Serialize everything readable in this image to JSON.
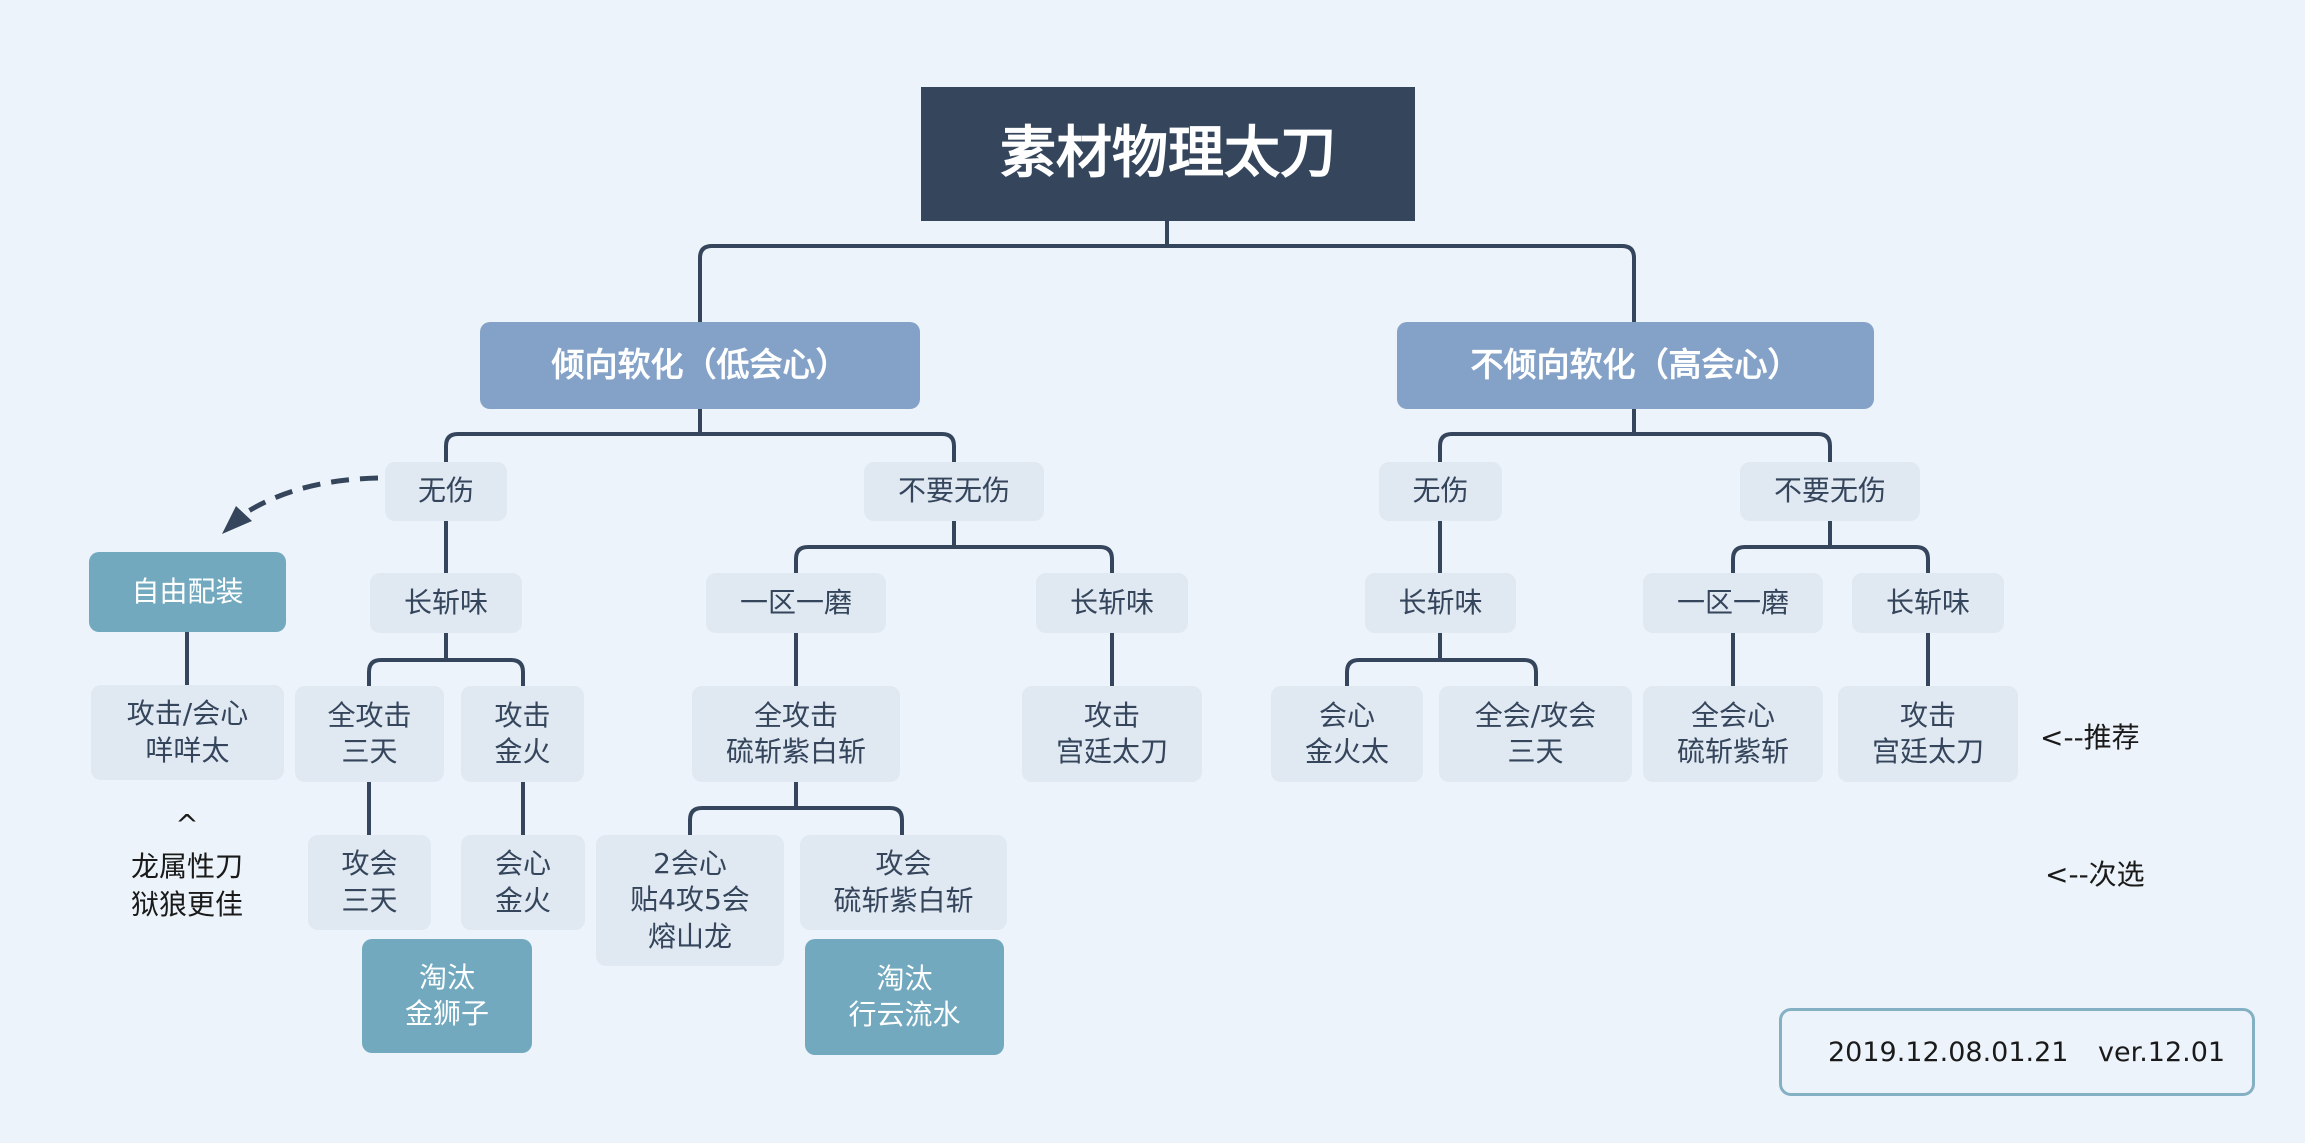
{
  "root": "素材物理太刀",
  "branches": {
    "left": "倾向软化（低会心）",
    "right": "不倾向软化（高会心）"
  },
  "left": {
    "wushang": "无伤",
    "buyao": "不要无伤",
    "ziyou": "自由配装",
    "ziyou_child": "攻击/会心\n咩咩太",
    "caret": "^",
    "note": "龙属性刀\n狱狼更佳",
    "zhang_a": "长斩味",
    "quan_santian": "全攻击\n三天",
    "gj_jinhuo": "攻击\n金火",
    "gh_santian": "攻会\n三天",
    "hx_jinhuo": "会心\n金火",
    "taotai_1": "淘汰\n金狮子",
    "yiqu_a": "一区一磨",
    "zhang_b": "长斩味",
    "quan_liuzhan": "全攻击\n硫斩紫白斩",
    "gj_gongting": "攻击\n宫廷太刀",
    "hx_rongshan": "2会心\n贴4攻5会\n熔山龙",
    "gh_liuzhan": "攻会\n硫斩紫白斩",
    "taotai_2": "淘汰\n行云流水"
  },
  "right": {
    "wushang": "无伤",
    "buyao": "不要无伤",
    "zhang_c": "长斩味",
    "hx_jinhuotai": "会心\n金火太",
    "qh_santian": "全会/攻会\n三天",
    "yiqu_b": "一区一磨",
    "zhang_d": "长斩味",
    "qhx_liuzhan": "全会心\n硫斩紫斩",
    "gj_gongting": "攻击\n宫廷太刀"
  },
  "legend": {
    "recommend": "<--推荐",
    "secondary": "<--次选"
  },
  "footer": {
    "date": "2019.12.08.01.21",
    "version": "ver.12.01"
  },
  "colors": {
    "root_bg": "#34455c",
    "branch_bg": "#84a2c8",
    "leaf_bg": "#e0e8f1",
    "teal_bg": "#72a9bf",
    "line": "#34455c",
    "background": "#edf3fa"
  }
}
